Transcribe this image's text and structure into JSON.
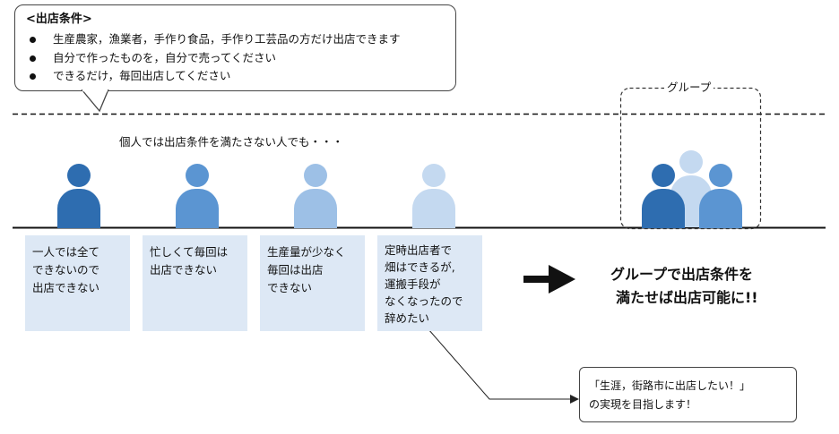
{
  "conditions_box": {
    "title": "<出店条件>",
    "items": [
      "生産農家，漁業者，手作り食品，手作り工芸品の方だけ出店できます",
      "自分で作ったものを，自分で売ってください",
      "できるだけ，毎回出店してください"
    ]
  },
  "intro_text": "個人では出店条件を満たさない人でも・・・",
  "group_label": "グループ",
  "cases": [
    {
      "lines": [
        "一人では全て",
        "できないので",
        "出店できない"
      ]
    },
    {
      "lines": [
        "忙しくて毎回は",
        "出店できない"
      ]
    },
    {
      "lines": [
        "生産量が少なく",
        "毎回は出店",
        "できない"
      ]
    },
    {
      "lines": [
        "定時出店者で",
        "畑はできるが,",
        "運搬手段が",
        "なくなったので",
        "辞めたい"
      ]
    }
  ],
  "result": {
    "lines": [
      "グループで出店条件を",
      "満たせば出店可能に!!"
    ]
  },
  "note": {
    "lines": [
      "「生涯，街路市に出店したい！」",
      "の実現を目指します！"
    ]
  },
  "colors": {
    "person_dark": "#2e6db0",
    "person_mid": "#5b95d2",
    "person_light": "#9dc0e6",
    "person_lighter": "#c4d9f0",
    "card_bg": "#dde8f5"
  }
}
